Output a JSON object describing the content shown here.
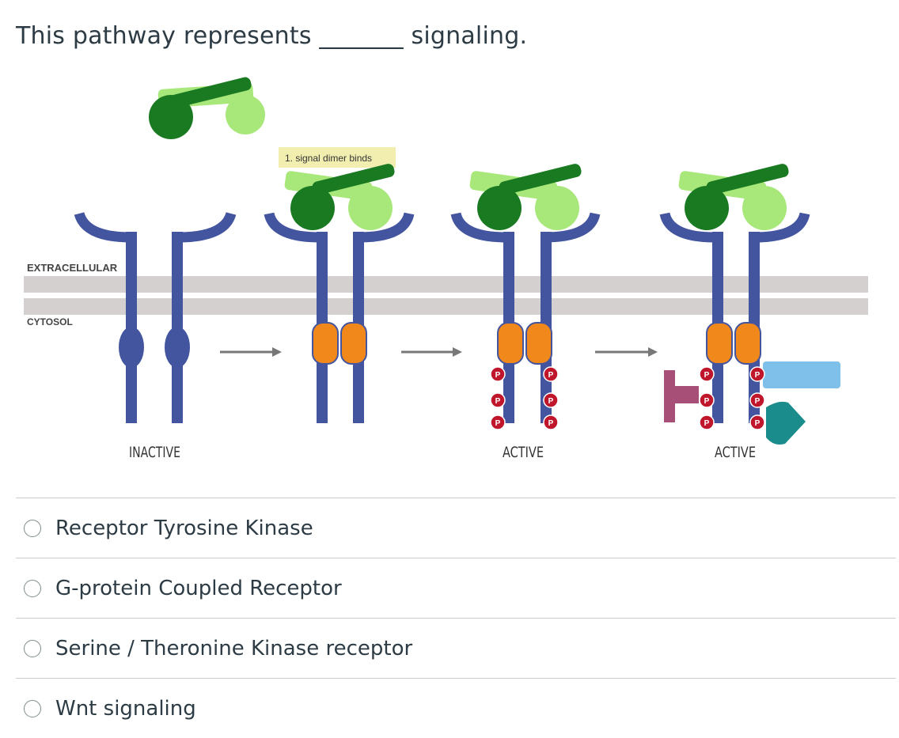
{
  "question": {
    "text": "This pathway represents _______ signaling."
  },
  "figure": {
    "labels": {
      "extracellular": "EXTRACELLULAR",
      "cytosol": "CYTOSOL",
      "step1": "1. signal dimer binds",
      "inactive": "INACTIVE",
      "active_1": "ACTIVE",
      "active_2": "ACTIVE",
      "phospho": "P"
    },
    "colors": {
      "receptor": "#4455a0",
      "ligand_dark": "#1a7a22",
      "ligand_light": "#a8e87a",
      "kinase_active": "#f0881c",
      "phospho": "#c0162c",
      "membrane": "#d4d0d0",
      "step_badge": "#f1eeb0",
      "protein_blue": "#7ec0ea",
      "protein_teal": "#1a8c8c",
      "protein_magenta": "#a84f78",
      "arrow": "#777777"
    }
  },
  "answers": [
    {
      "label": "Receptor Tyrosine Kinase",
      "selected": false
    },
    {
      "label": "G-protein Coupled Receptor",
      "selected": false
    },
    {
      "label": "Serine / Theronine Kinase receptor",
      "selected": false
    },
    {
      "label": "Wnt signaling",
      "selected": false
    }
  ]
}
